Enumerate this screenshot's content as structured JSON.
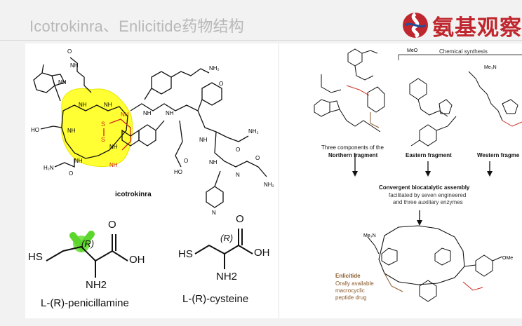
{
  "header": {
    "title": "Icotrokinra、Enlicitide药物结构",
    "logo_text": "氨基观察",
    "accent": "#c0262d"
  },
  "left_panel": {
    "compound_label": "icotrokinra",
    "highlight_color": "#ffff33",
    "penicillamine": {
      "name": "L-(R)-penicillamine",
      "stereo": "(R)",
      "hs": "HS",
      "nh2": "NH2",
      "oh": "OH",
      "o": "O"
    },
    "cysteine": {
      "name": "L-(R)-cysteine",
      "stereo": "(R)",
      "hs": "HS",
      "nh2": "NH2",
      "oh": "OH",
      "o": "O"
    }
  },
  "right_panel": {
    "chemical_synthesis": "Chemical synthesis",
    "northern_line1": "Three components of the",
    "northern_line2": "Northern fragment",
    "eastern": "Eastern fragment",
    "western": "Western fragme",
    "assembly_title": "Convergent biocatalytic assembly",
    "assembly_line1": "facilitated by seven engineered",
    "assembly_line2": "and three auxiliary enzymes",
    "enlicitide_title": "Enlicitide",
    "enlicitide_line1": "Orally available",
    "enlicitide_line2": "macrocyclic",
    "enlicitide_line3": "peptide drug",
    "accent_red": "#d0271d",
    "accent_brown": "#8b5a2b"
  }
}
